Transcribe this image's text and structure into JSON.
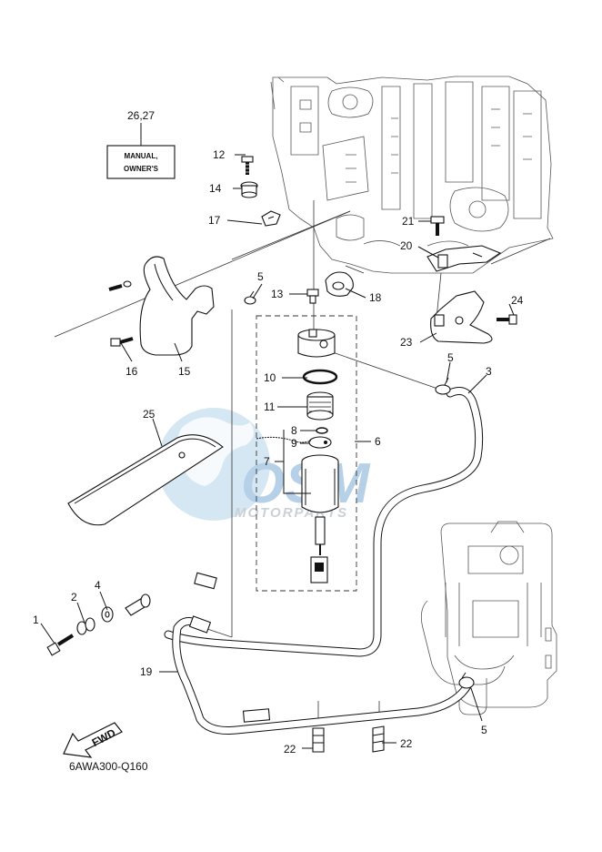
{
  "diagram_code": "6AWA300-Q160",
  "manual_box": {
    "line1": "MANUAL,",
    "line2": "OWNER'S"
  },
  "watermark": {
    "main": "OSM",
    "sub": "MOTORPARTS"
  },
  "fwd_label": "FWD",
  "callouts": {
    "c1": "1",
    "c2": "2",
    "c3": "3",
    "c4": "4",
    "c5a": "5",
    "c5b": "5",
    "c5c": "5",
    "c6": "6",
    "c7": "7",
    "c8": "8",
    "c9": "9",
    "c10": "10",
    "c11": "11",
    "c12": "12",
    "c13": "13",
    "c14": "14",
    "c15": "15",
    "c16": "16",
    "c17": "17",
    "c18": "18",
    "c19": "19",
    "c20": "20",
    "c21": "21",
    "c22a": "22",
    "c22b": "22",
    "c23": "23",
    "c24": "24",
    "c25": "25",
    "c2627": "26,27"
  },
  "colors": {
    "line": "#111111",
    "watermark_blue": "#9fc3e2",
    "watermark_grey": "#c9ced3"
  }
}
